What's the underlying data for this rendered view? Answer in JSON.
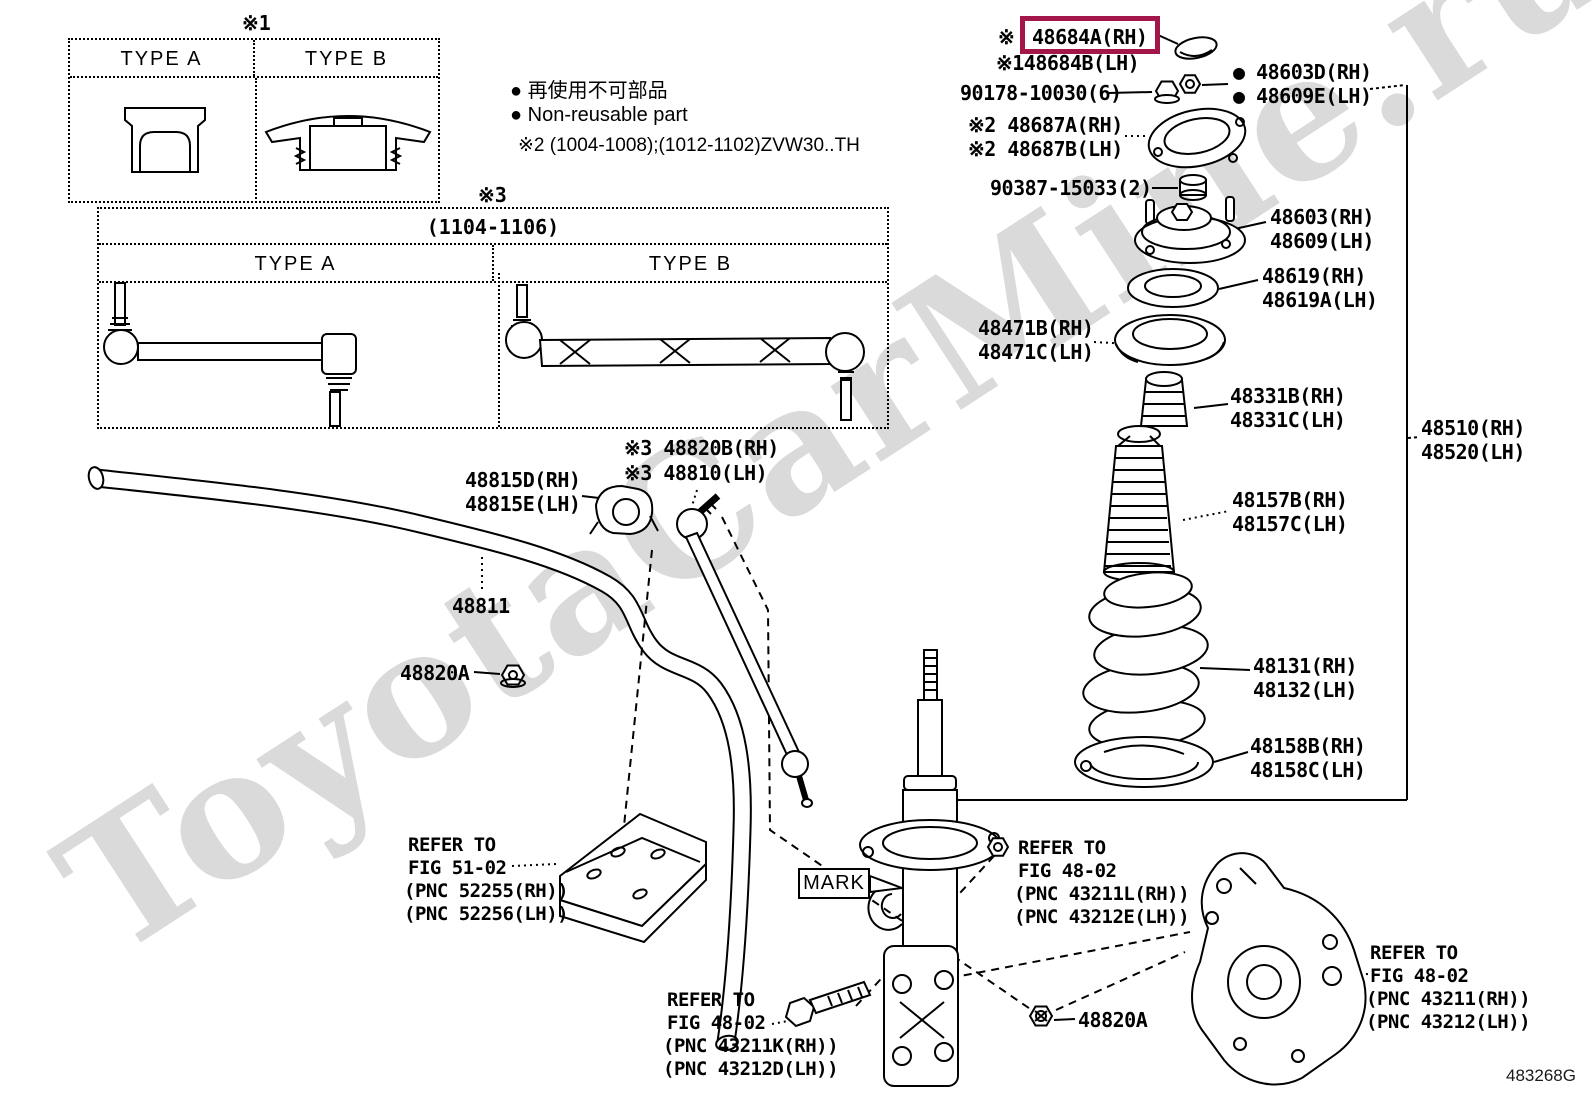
{
  "watermark": "ToyotaCarMine.ru",
  "diagram_code": "483268G",
  "colors": {
    "highlight_box": "#a2164a",
    "line_art": "#000000",
    "watermark_gray": "#dadada"
  },
  "markers": {
    "box1": "※1",
    "box2": "※3"
  },
  "type_box1": {
    "col_a": "TYPE A",
    "col_b": "TYPE B"
  },
  "type_box2": {
    "title": "(1104-1106)",
    "col_a": "TYPE A",
    "col_b": "TYPE B"
  },
  "legend": {
    "jp": "● 再使用不可部品",
    "en": "● Non-reusable part",
    "note2": "※2 (1004-1008);(1012-1102)ZVW30..TH"
  },
  "parts": {
    "cap": {
      "prefix": "※",
      "rh": "48684A(RH)",
      "lh": "※148684B(LH)"
    },
    "nut6": {
      "label": "90178-10030(6)"
    },
    "support_nut": {
      "rh": "● 48603D(RH)",
      "lh": "● 48609E(LH)"
    },
    "gasket": {
      "rh": "※2 48687A(RH)",
      "lh": "※2 48687B(LH)"
    },
    "cushion": {
      "label": "90387-15033(2)"
    },
    "support": {
      "rh": "48603(RH)",
      "lh": "48609(LH)"
    },
    "bearing": {
      "rh": "48619(RH)",
      "lh": "48619A(LH)"
    },
    "insulator_upper": {
      "rh": "48471B(RH)",
      "lh": "48471C(LH)"
    },
    "bumper": {
      "rh": "48331B(RH)",
      "lh": "48331C(LH)"
    },
    "shock_absorber": {
      "rh": "48510(RH)",
      "lh": "48520(LH)"
    },
    "dust_cover": {
      "rh": "48157B(RH)",
      "lh": "48157C(LH)"
    },
    "coil_spring": {
      "rh": "48131(RH)",
      "lh": "48132(LH)"
    },
    "insulator_lower": {
      "rh": "48158B(RH)",
      "lh": "48158C(LH)"
    },
    "stabilizer_link": {
      "rh": "※3 48820B(RH)",
      "lh": "※3 48810(LH)"
    },
    "stabilizer_bush": {
      "rh": "48815D(RH)",
      "lh": "48815E(LH)"
    },
    "stabilizer_bar": {
      "label": "48811"
    },
    "bolt_left": {
      "label": "48820A"
    },
    "bolt_bottom": {
      "label": "48820A"
    },
    "mark": {
      "label": "MARK"
    }
  },
  "refers": {
    "fig5102": {
      "l1": "REFER TO",
      "l2": "FIG 51-02",
      "l3": "(PNC 52255(RH))",
      "l4": "(PNC 52256(LH))"
    },
    "fig4802k": {
      "l1": "REFER TO",
      "l2": "FIG 48-02",
      "l3": "(PNC 43211K(RH))",
      "l4": "(PNC 43212D(LH))"
    },
    "fig4802l": {
      "l1": "REFER TO",
      "l2": "FIG 48-02",
      "l3": "(PNC 43211L(RH))",
      "l4": "(PNC 43212E(LH))"
    },
    "fig4802": {
      "l1": "REFER TO",
      "l2": "FIG 48-02",
      "l3": "(PNC 43211(RH))",
      "l4": "(PNC 43212(LH))"
    }
  }
}
